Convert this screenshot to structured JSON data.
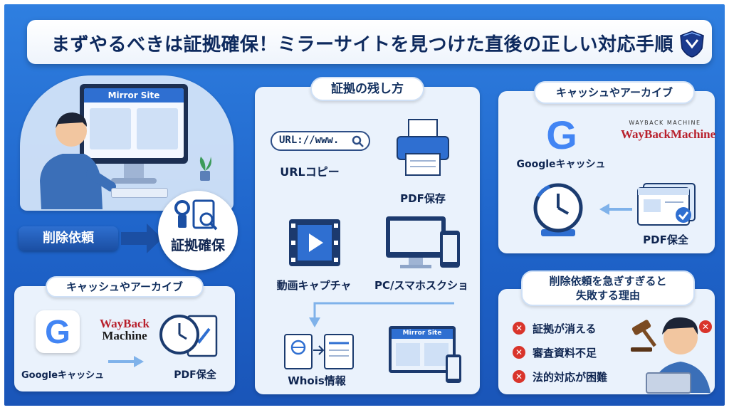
{
  "header": {
    "title": "まずやるべきは証拠確保！ミラーサイトを見つけた直後の正しい対応手順"
  },
  "left": {
    "monitor_title": "Mirror Site",
    "delete_request": "削除依頼",
    "evidence_secure": "証拠確保",
    "cache_archive_pill": "キャッシュやアーカイブ",
    "google_cache": "Googleキャッシュ",
    "wayback_line1": "WayBack",
    "wayback_line2": "Machine",
    "pdf_save": "PDF保全"
  },
  "middle": {
    "pill": "証拠の残し方",
    "url_text": "URL://www.",
    "url_copy": "URLコピー",
    "pdf_store": "PDF保存",
    "video_capture": "動画キャプチャ",
    "pc_screenshot": "PC/スマホスクショ",
    "whois": "Whois情報",
    "mirror_small": "Mirror Site"
  },
  "right_top": {
    "pill": "キャッシュやアーカイブ",
    "wayback_small": "WAYBACK MACHINE",
    "wayback_logo": "WayBackMachine",
    "google_cache": "Googleキャッシュ",
    "pdf_save": "PDF保全"
  },
  "right_bottom": {
    "pill_line1": "削除依頼を急ぎすぎると",
    "pill_line2": "失敗する理由",
    "reasons": [
      "証拠が消える",
      "審査資料不足",
      "法的対応が困難"
    ]
  },
  "colors": {
    "primary": "#1e63c9",
    "navy": "#0f2550",
    "panel": "#eaf2fc",
    "alert": "#d9342b"
  }
}
